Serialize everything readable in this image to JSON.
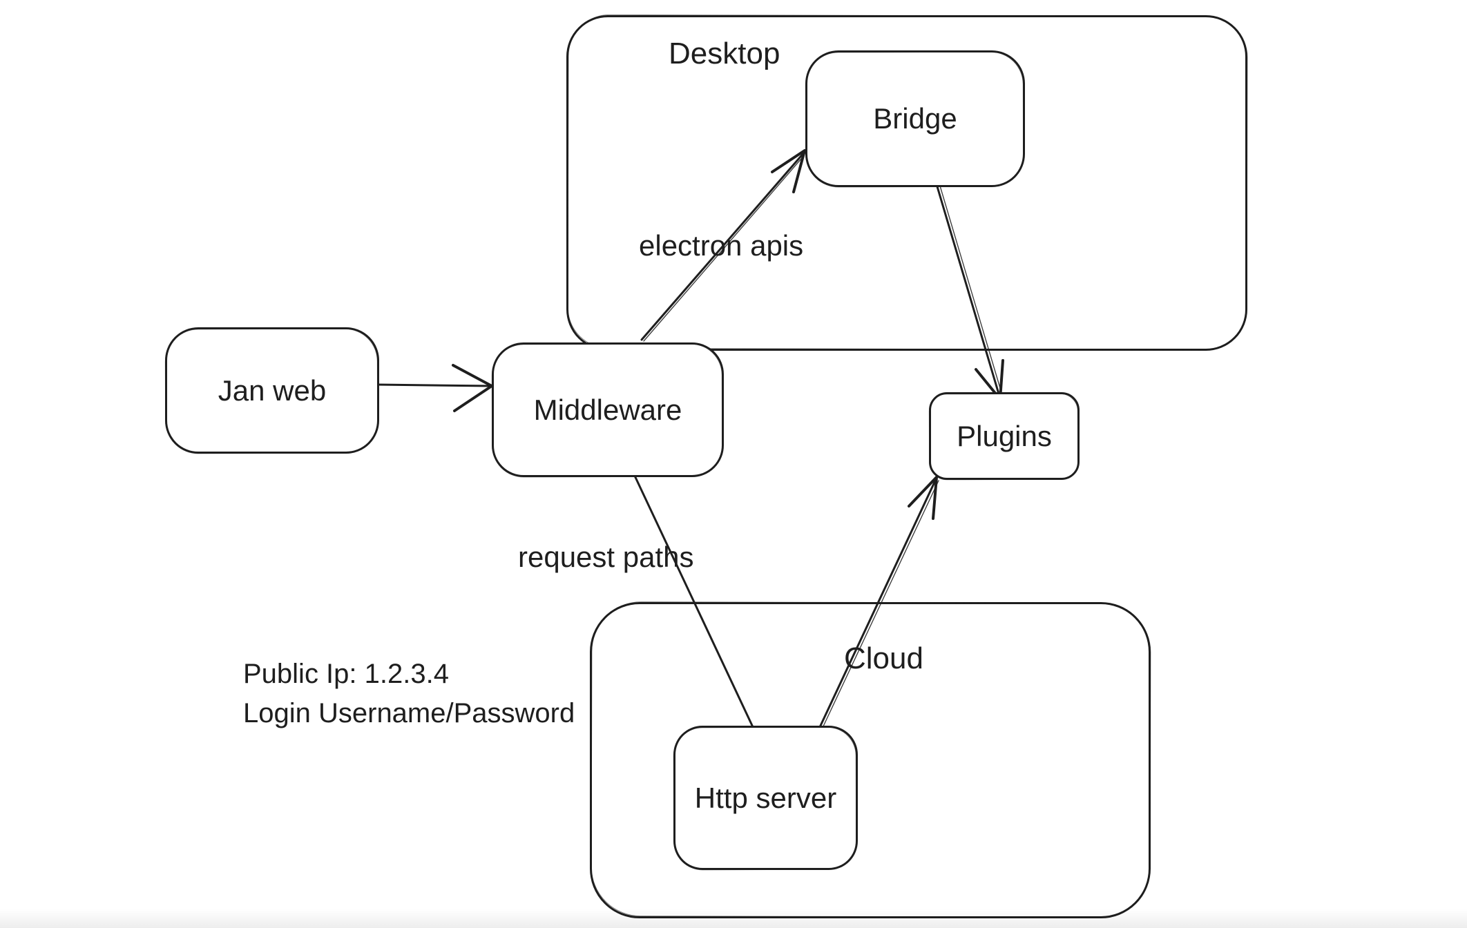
{
  "diagram": {
    "colors": {
      "stroke": "#1e1e1e",
      "background": "#ffffff"
    },
    "containers": {
      "desktop": {
        "label": "Desktop"
      },
      "cloud": {
        "label": "Cloud"
      }
    },
    "nodes": {
      "jan_web": {
        "label": "Jan web"
      },
      "middleware": {
        "label": "Middleware"
      },
      "bridge": {
        "label": "Bridge"
      },
      "plugins": {
        "label": "Plugins"
      },
      "http_server": {
        "label": "Http server"
      }
    },
    "edge_labels": {
      "electron_apis": "electron apis",
      "request_paths": "request paths"
    },
    "notes": {
      "line1": "Public Ip: 1.2.3.4",
      "line2": "Login Username/Password"
    },
    "edges": [
      {
        "from": "jan_web",
        "to": "middleware",
        "label": "",
        "arrowhead": "end"
      },
      {
        "from": "middleware",
        "to": "bridge",
        "label": "electron apis",
        "arrowhead": "end"
      },
      {
        "from": "bridge",
        "to": "plugins",
        "label": "",
        "arrowhead": "end"
      },
      {
        "from": "middleware",
        "to": "http_server",
        "label": "request paths",
        "arrowhead": "none"
      },
      {
        "from": "http_server",
        "to": "plugins",
        "label": "",
        "arrowhead": "end"
      }
    ]
  }
}
